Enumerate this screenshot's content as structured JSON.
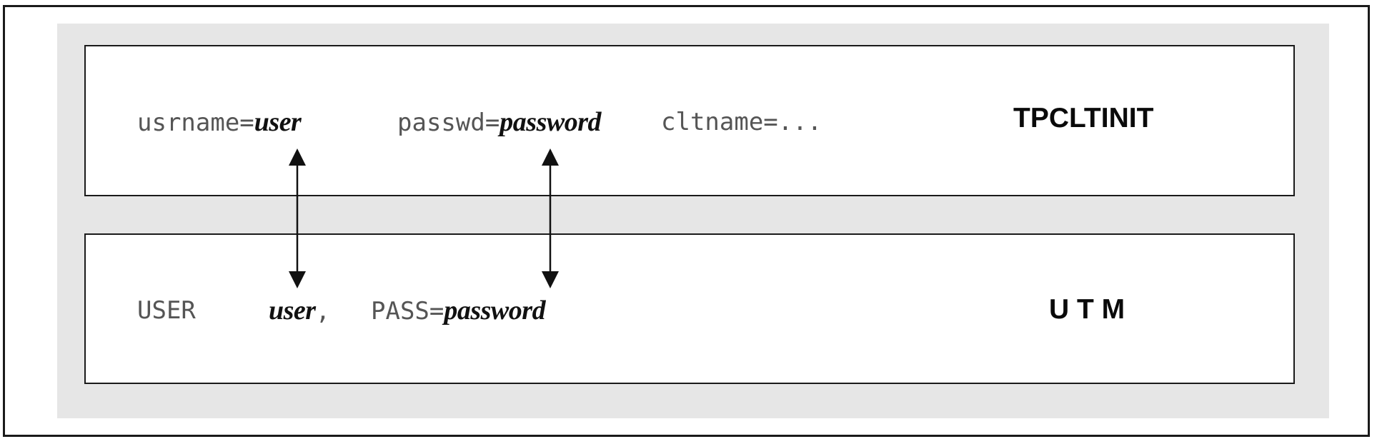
{
  "top_box": {
    "usrname_key": "usrname=",
    "usrname_value": "user",
    "passwd_key": "passwd=",
    "passwd_value": "password",
    "cltname_key": "cltname=...",
    "title": "TPCLTINIT"
  },
  "bottom_box": {
    "user_keyword": "USER",
    "user_value": "user",
    "separator": ",",
    "pass_key": "PASS=",
    "pass_value": "password",
    "title": "U T M"
  }
}
